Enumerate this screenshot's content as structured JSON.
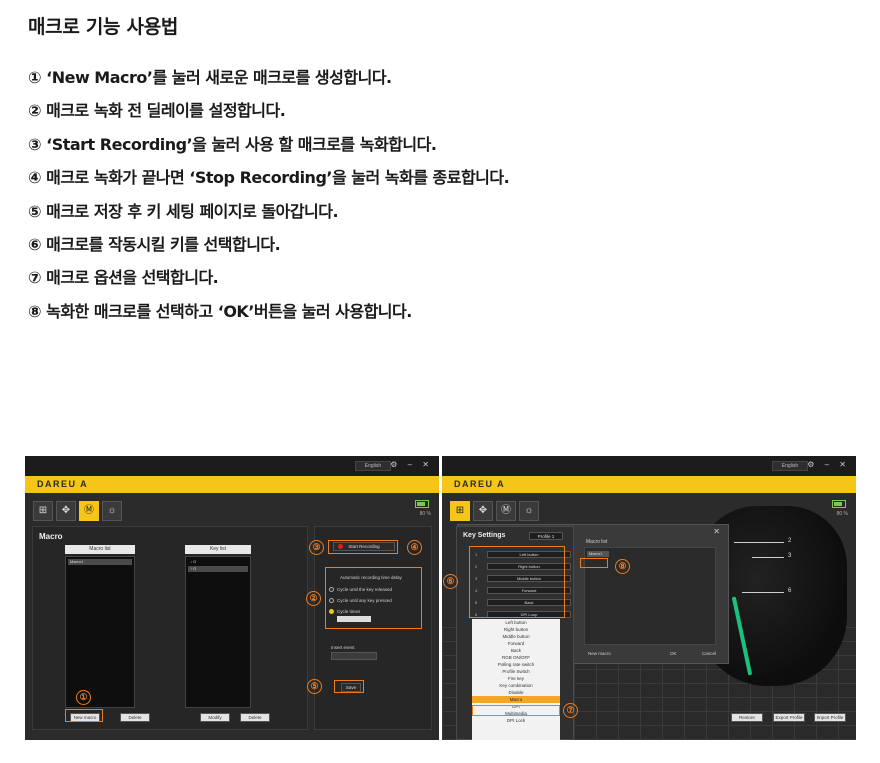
{
  "heading": "매크로 기능 사용법",
  "steps": [
    "① ‘New Macro’를 눌러 새로운 매크로를 생성합니다.",
    "② 매크로 녹화 전 딜레이를 설정합니다.",
    "③ ‘Start Recording’을 눌러 사용 할 매크로를 녹화합니다.",
    "④ 매크로 녹화가 끝나면 ‘Stop Recording’을 눌러 녹화를 종료합니다.",
    "⑤ 매크로 저장 후 키 세팅 페이지로 돌아갑니다.",
    "⑥ 매크로를 작동시킬 키를 선택합니다.",
    "⑦ 매크로 옵션을 선택합니다.",
    "⑧ 녹화한 매크로를 선택하고 ‘OK’버튼을 눌러 사용합니다."
  ],
  "app": {
    "logo": "DAREU A",
    "language": "English",
    "window_controls": "⚙ – ✕",
    "tabs": [
      "⊞",
      "✥",
      "Ⓜ",
      "☼"
    ],
    "battery_text": "80 %"
  },
  "left_shot": {
    "panel_title": "Macro",
    "macro_list_header": "Macro list",
    "key_list_header": "Key list",
    "macro_item": "Macro1",
    "key_items": [
      "↓ G",
      "↑ G"
    ],
    "new_macro": "New macro",
    "delete": "Delete",
    "modify": "Modify",
    "delete2": "Delete",
    "start_recording": "Start Recording",
    "delay_title": "Automatic recording time delay",
    "options": [
      "Cycle until the key released",
      "Cycle until any key pressed",
      "Cycle times"
    ],
    "insert_event": "Insert event",
    "save": "Save",
    "markers": [
      "①",
      "②",
      "③",
      "④",
      "⑤"
    ]
  },
  "right_shot": {
    "key_settings": "Key Settings",
    "profile": "Profile 1",
    "keys": [
      "Left button",
      "Right button",
      "Middle button",
      "Forward",
      "Back",
      "DPI Loop"
    ],
    "key_numbers": [
      "1",
      "2",
      "3",
      "4",
      "5",
      "6"
    ],
    "menu": [
      "Left button",
      "Right button",
      "Middle button",
      "Forward",
      "Back",
      "RGB ON/OFF",
      "Polling rate switch",
      "Profile Switch",
      "Fire key",
      "Key combination",
      "Disable",
      "Macro",
      "DPI",
      "Multimedia",
      "DPI Lock"
    ],
    "macro_list": "Macro list",
    "macro_item": "Macro1",
    "new_macro": "New macro",
    "ok": "OK",
    "cancel": "Cancel",
    "callouts": [
      "2",
      "3",
      "6"
    ],
    "footer_buttons": [
      "Restore",
      "Export Profile",
      "Import Profile"
    ],
    "markers": [
      "⑥",
      "⑦",
      "⑧"
    ]
  }
}
